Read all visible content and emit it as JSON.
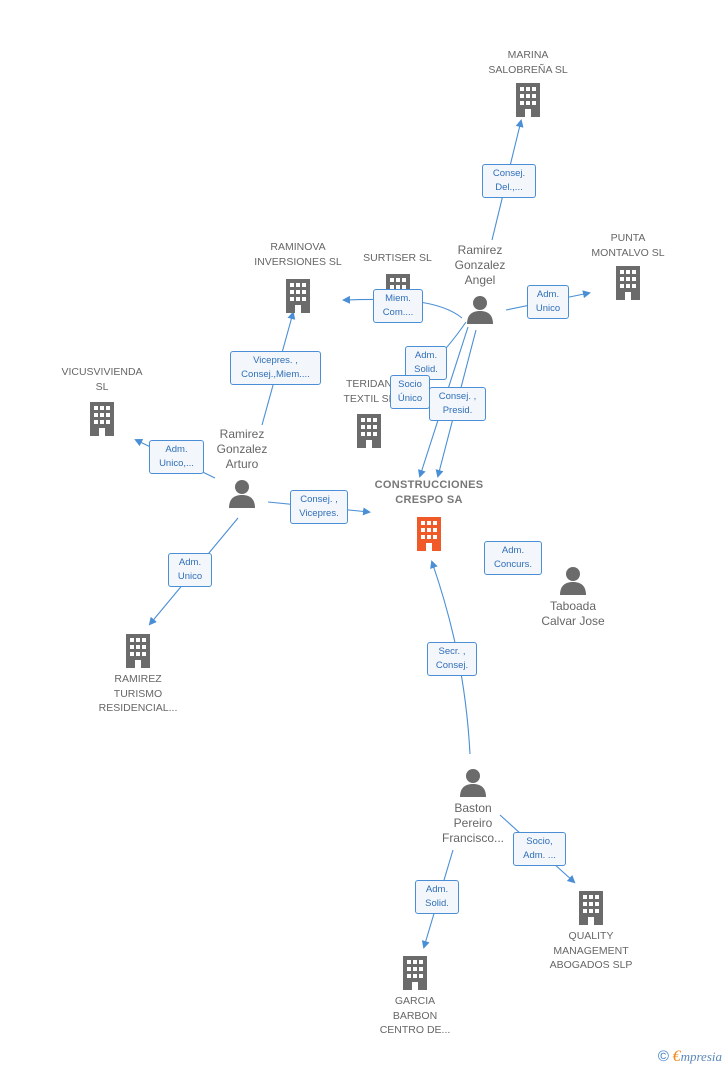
{
  "colors": {
    "edge": "#4a8fd6",
    "node_icon": "#6b6b6b",
    "main_icon": "#f05a28"
  },
  "main": {
    "label": "CONSTRUCCIONES\nCRESPO SA"
  },
  "companies": [
    {
      "key": "marina",
      "label": "MARINA\nSALOBREÑA SL"
    },
    {
      "key": "raminova",
      "label": "RAMINOVA\nINVERSIONES SL"
    },
    {
      "key": "surtiser",
      "label": "SURTISER  SL"
    },
    {
      "key": "punta",
      "label": "PUNTA\nMONTALVO SL"
    },
    {
      "key": "vicus",
      "label": "VICUSVIVIENDA\nSL"
    },
    {
      "key": "teridan",
      "label": "TERIDAN\nTEXTIL SL"
    },
    {
      "key": "ramirezturismo",
      "label": "RAMIREZ\nTURISMO\nRESIDENCIAL..."
    },
    {
      "key": "quality",
      "label": "QUALITY\nMANAGEMENT\nABOGADOS  SLP"
    },
    {
      "key": "garcia",
      "label": "GARCIA\nBARBON\nCENTRO DE..."
    }
  ],
  "persons": [
    {
      "key": "angel",
      "label": "Ramirez\nGonzalez\nAngel"
    },
    {
      "key": "arturo",
      "label": "Ramirez\nGonzalez\nArturo"
    },
    {
      "key": "taboada",
      "label": "Taboada\nCalvar Jose"
    },
    {
      "key": "baston",
      "label": "Baston\nPereiro\nFrancisco..."
    }
  ],
  "edges": [
    {
      "key": "angel-marina",
      "label": "Consej.\nDel.,..."
    },
    {
      "key": "angel-punta",
      "label": "Adm.\nUnico"
    },
    {
      "key": "angel-raminova",
      "label": "Miem.\nCom...."
    },
    {
      "key": "angel-main-solid",
      "label": "Adm.\nSolid."
    },
    {
      "key": "angel-teridan",
      "label": "Socio\nÚnico"
    },
    {
      "key": "angel-main-presid",
      "label": "Consej. ,\nPresid."
    },
    {
      "key": "arturo-raminova",
      "label": "Vicepres. ,\nConsej.,Miem...."
    },
    {
      "key": "arturo-vicus",
      "label": "Adm.\nUnico,..."
    },
    {
      "key": "arturo-main",
      "label": "Consej. ,\nVicepres."
    },
    {
      "key": "arturo-turismo",
      "label": "Adm.\nUnico"
    },
    {
      "key": "taboada-main",
      "label": "Adm.\nConcurs."
    },
    {
      "key": "baston-main",
      "label": "Secr. ,\nConsej."
    },
    {
      "key": "baston-quality",
      "label": "Socio,\nAdm. ..."
    },
    {
      "key": "baston-garcia",
      "label": "Adm.\nSolid."
    }
  ],
  "brand": {
    "copyright": "©",
    "name_first": "€",
    "name_rest": "mpresia"
  }
}
